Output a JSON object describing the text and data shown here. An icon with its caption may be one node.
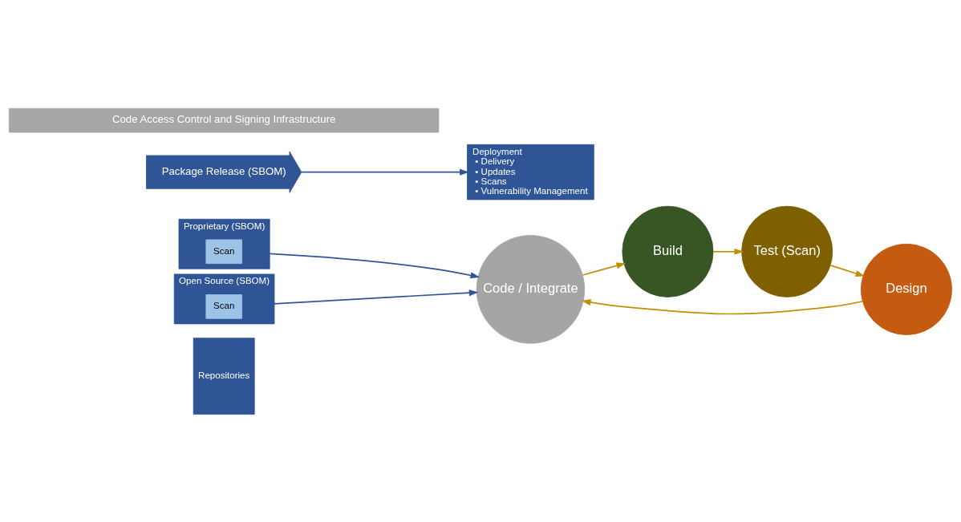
{
  "diagram": {
    "nodes": [
      {
        "text": [
          "Repositories"
        ]
      },
      {
        "text": [
          "Proprietary (SBOM)"
        ]
      },
      {
        "text": [
          "Scan"
        ],
        "in": 1
      },
      {
        "text": [
          "Open Source (SBOM)"
        ]
      },
      {
        "text": [
          "Scan"
        ],
        "in": 3
      },
      {
        "text": [
          "Code / Integrate"
        ]
      },
      {
        "text": [
          "Build"
        ]
      },
      {
        "text": [
          "Test (Scan)"
        ]
      },
      {
        "text": [
          "Design"
        ]
      },
      {
        "text": [
          "Package Release (SBOM)"
        ]
      },
      {
        "text": [
          "Deployment",
          "• Delivery",
          "• Updates",
          "• Scans",
          "• Vulnerability Management"
        ]
      },
      {
        "text": [
          "Code Access Control and Signing Infrastructure"
        ]
      }
    ],
    "edges": [
      {
        "from": 1,
        "to": 5,
        "arrow": "to",
        "color": "#2f5597"
      },
      {
        "from": 3,
        "to": 5,
        "arrow": "to",
        "color": "#2f5597"
      },
      {
        "from": 5,
        "to": 6,
        "arrow": "to"
      },
      {
        "from": 6,
        "to": 7,
        "arrow": "to"
      },
      {
        "from": 7,
        "to": 8,
        "arrow": "to"
      },
      {
        "from": 8,
        "to": 5,
        "arrow": "to"
      },
      {
        "from": 9,
        "to": 10,
        "arrow": "to",
        "color": "#2f5597"
      }
    ]
  }
}
